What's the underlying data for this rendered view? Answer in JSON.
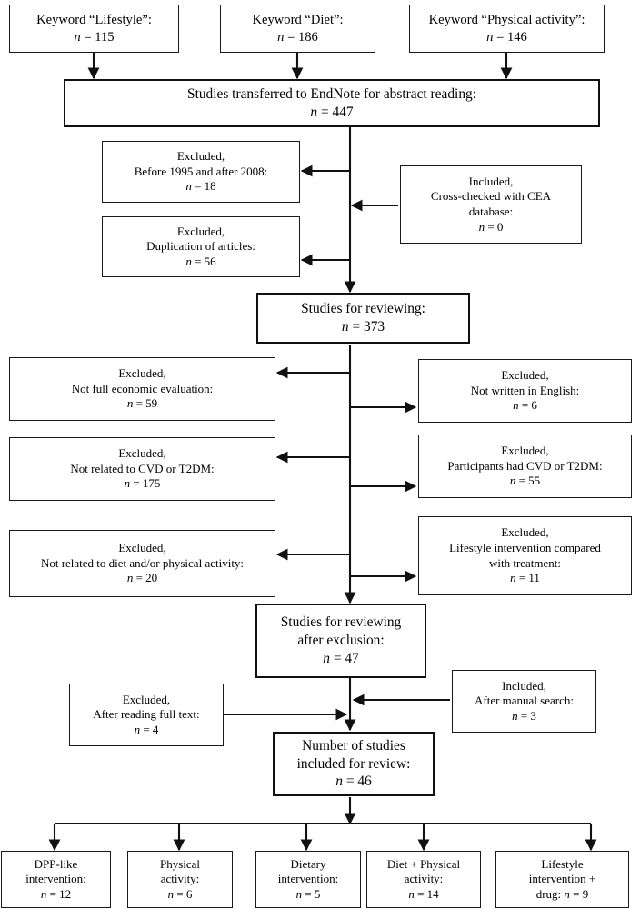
{
  "figure": {
    "type": "prisma-study-selection-flowchart",
    "orientation": "top-to-bottom"
  },
  "nodes": {
    "keyword_lifestyle": {
      "line1": "Keyword “Lifestyle”:",
      "line2_label": "n",
      "line2_value": "= 115"
    },
    "keyword_diet": {
      "line1": "Keyword “Diet”:",
      "line2_label": "n",
      "line2_value": "= 186"
    },
    "keyword_physical_activity": {
      "line1": "Keyword “Physical activity”:",
      "line2_label": "n",
      "line2_value": "= 146"
    },
    "endnote": {
      "line1": "Studies transferred to EndNote for abstract reading:",
      "line2_label": "n",
      "line2_value": "= 447"
    },
    "excluded_years": {
      "line1": "Excluded,",
      "line2": "Before 1995 and after 2008:",
      "line3_label": "n",
      "line3_value": "= 18"
    },
    "excluded_duplication": {
      "line1": "Excluded,",
      "line2": "Duplication of articles:",
      "line3_label": "n",
      "line3_value": "= 56"
    },
    "included_cea": {
      "line1": "Included,",
      "line2": "Cross-checked with CEA",
      "line3": "database:",
      "line4_label": "n",
      "line4_value": "= 0"
    },
    "studies_for_reviewing": {
      "line1": "Studies for reviewing:",
      "line2_label": "n",
      "line2_value": "= 373"
    },
    "excluded_not_full_economic": {
      "line1": "Excluded,",
      "line2": "Not full economic evaluation:",
      "line3_label": "n",
      "line3_value": "= 59"
    },
    "excluded_not_english": {
      "line1": "Excluded,",
      "line2": "Not written in English:",
      "line3_label": "n",
      "line3_value": "= 6"
    },
    "excluded_not_cvd_t2dm": {
      "line1": "Excluded,",
      "line2": "Not related to CVD or T2DM:",
      "line3_label": "n",
      "line3_value": "= 175"
    },
    "excluded_participants_cvd_t2dm": {
      "line1": "Excluded,",
      "line2": "Participants had CVD or T2DM:",
      "line3_label": "n",
      "line3_value": "= 55"
    },
    "excluded_not_diet_pa": {
      "line1": "Excluded,",
      "line2": "Not related to diet and/or physical activity:",
      "line3_label": "n",
      "line3_value": "= 20"
    },
    "excluded_compared_treatment": {
      "line1": "Excluded,",
      "line2": "Lifestyle intervention compared",
      "line3": "with treatment:",
      "line4_label": "n",
      "line4_value": "= 11"
    },
    "studies_after_exclusion": {
      "line1": "Studies for reviewing",
      "line2": "after exclusion:",
      "line3_label": "n",
      "line3_value": "= 47"
    },
    "excluded_full_text": {
      "line1": "Excluded,",
      "line2": "After reading full text:",
      "line3_label": "n",
      "line3_value": "= 4"
    },
    "included_manual_search": {
      "line1": "Included,",
      "line2": "After manual search:",
      "line3_label": "n",
      "line3_value": "= 3"
    },
    "number_included": {
      "line1": "Number of studies",
      "line2": "included for review:",
      "line3_label": "n",
      "line3_value": "= 46"
    },
    "cat_dpp": {
      "line1": "DPP-like",
      "line2": "intervention:",
      "line3_label": "n",
      "line3_value": "= 12"
    },
    "cat_physical_activity": {
      "line1": "Physical",
      "line2": "activity:",
      "line3_label": "n",
      "line3_value": "= 6"
    },
    "cat_dietary": {
      "line1": "Dietary",
      "line2": "intervention:",
      "line3_label": "n",
      "line3_value": "= 5"
    },
    "cat_diet_plus_pa": {
      "line1": "Diet + Physical",
      "line2": "activity:",
      "line3_label": "n",
      "line3_value": "= 14"
    },
    "cat_lifestyle_drug": {
      "line1": "Lifestyle",
      "line2": "intervention +",
      "line3_prefix": "drug:",
      "line3_label": "n",
      "line3_value": "= 9"
    }
  },
  "colors": {
    "stroke": "#111111",
    "box_border": "#1a1a1a",
    "background": "#ffffff",
    "text": "#000000"
  }
}
